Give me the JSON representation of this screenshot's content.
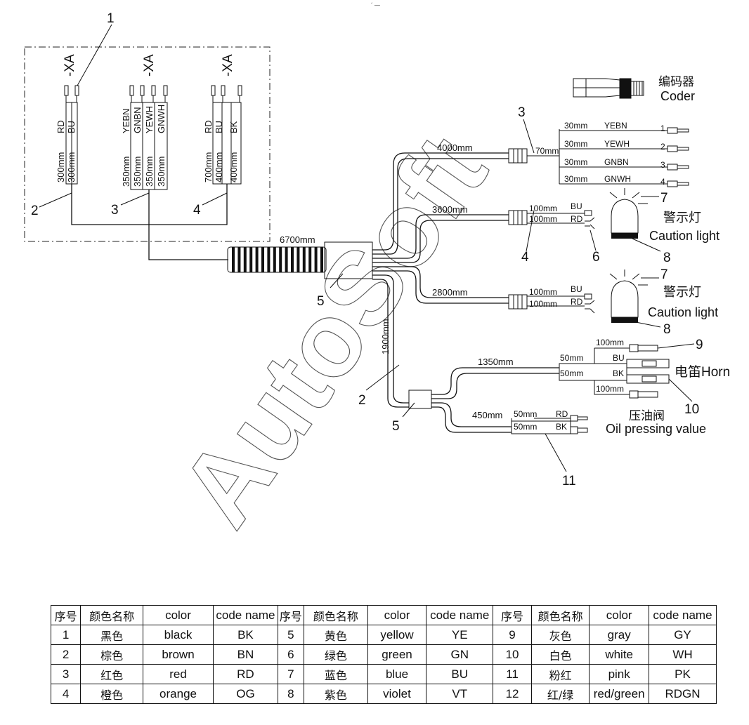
{
  "watermark": "AutoSoft",
  "top_mark": "´ —",
  "connectors": {
    "xa_left": "-XA",
    "xa_mid": "-XA",
    "xa_right": "-XA"
  },
  "group_left": {
    "wires": [
      "RD",
      "BU"
    ],
    "lengths": [
      "300mm",
      "300mm"
    ]
  },
  "group_mid": {
    "wires": [
      "YEBN",
      "GNBN",
      "YEWH",
      "GNWH"
    ],
    "lengths": [
      "350mm",
      "350mm",
      "350mm",
      "350mm"
    ]
  },
  "group_right": {
    "wires": [
      "RD",
      "BU",
      "BK"
    ],
    "lengths": [
      "700mm",
      "400mm",
      "400mm"
    ]
  },
  "callouts": {
    "n1": "1",
    "n2a": "2",
    "n3a": "3",
    "n4a": "4",
    "n5a": "5",
    "n3b": "3",
    "n4b": "4",
    "n6": "6",
    "n7a": "7",
    "n8a": "8",
    "n7b": "7",
    "n8b": "8",
    "n9": "9",
    "n10": "10",
    "n2b": "2",
    "n5b": "5",
    "n11": "11"
  },
  "lengths": {
    "main": "6700mm",
    "coder_branch": "4000mm",
    "coder_stub": "70mm",
    "light1_branch": "3600mm",
    "light2_branch": "2800mm",
    "lower_branch": "1900mm",
    "horn_branch": "1350mm",
    "oil_branch": "450mm"
  },
  "coder": {
    "label_cn": "编码器",
    "label_en": "Coder",
    "wires": [
      {
        "len": "30mm",
        "code": "YEBN",
        "pin": "1"
      },
      {
        "len": "30mm",
        "code": "YEWH",
        "pin": "2"
      },
      {
        "len": "30mm",
        "code": "GNBN",
        "pin": "3"
      },
      {
        "len": "30mm",
        "code": "GNWH",
        "pin": "4"
      }
    ]
  },
  "caution_light_1": {
    "label_cn": "警示灯",
    "label_en": "Caution light",
    "wires": [
      {
        "len": "100mm",
        "code": "BU"
      },
      {
        "len": "100mm",
        "code": "RD"
      }
    ]
  },
  "caution_light_2": {
    "label_cn": "警示灯",
    "label_en": "Caution light",
    "wires": [
      {
        "len": "100mm",
        "code": "BU"
      },
      {
        "len": "100mm",
        "code": "RD"
      }
    ]
  },
  "horn": {
    "label": "电笛Horn",
    "wires": [
      {
        "len": "100mm",
        "code": ""
      },
      {
        "len": "50mm",
        "code": "BU"
      },
      {
        "len": "50mm",
        "code": "BK"
      },
      {
        "len": "100mm",
        "code": ""
      }
    ]
  },
  "oil_valve": {
    "label_cn": "压油阀",
    "label_en": "Oil pressing value",
    "wires": [
      {
        "len": "50mm",
        "code": "RD"
      },
      {
        "len": "50mm",
        "code": "BK"
      }
    ]
  },
  "color_table": {
    "headers": [
      "序号",
      "颜色名称",
      "color",
      "code name",
      "序号",
      "颜色名称",
      "color",
      "code name",
      "序号",
      "颜色名称",
      "color",
      "code name"
    ],
    "rows": [
      [
        "1",
        "黑色",
        "black",
        "BK",
        "5",
        "黄色",
        "yellow",
        "YE",
        "9",
        "灰色",
        "gray",
        "GY"
      ],
      [
        "2",
        "棕色",
        "brown",
        "BN",
        "6",
        "绿色",
        "green",
        "GN",
        "10",
        "白色",
        "white",
        "WH"
      ],
      [
        "3",
        "红色",
        "red",
        "RD",
        "7",
        "蓝色",
        "blue",
        "BU",
        "11",
        "粉红",
        "pink",
        "PK"
      ],
      [
        "4",
        "橙色",
        "orange",
        "OG",
        "8",
        "紫色",
        "violet",
        "VT",
        "12",
        "红/绿",
        "red/green",
        "RDGN"
      ]
    ]
  }
}
